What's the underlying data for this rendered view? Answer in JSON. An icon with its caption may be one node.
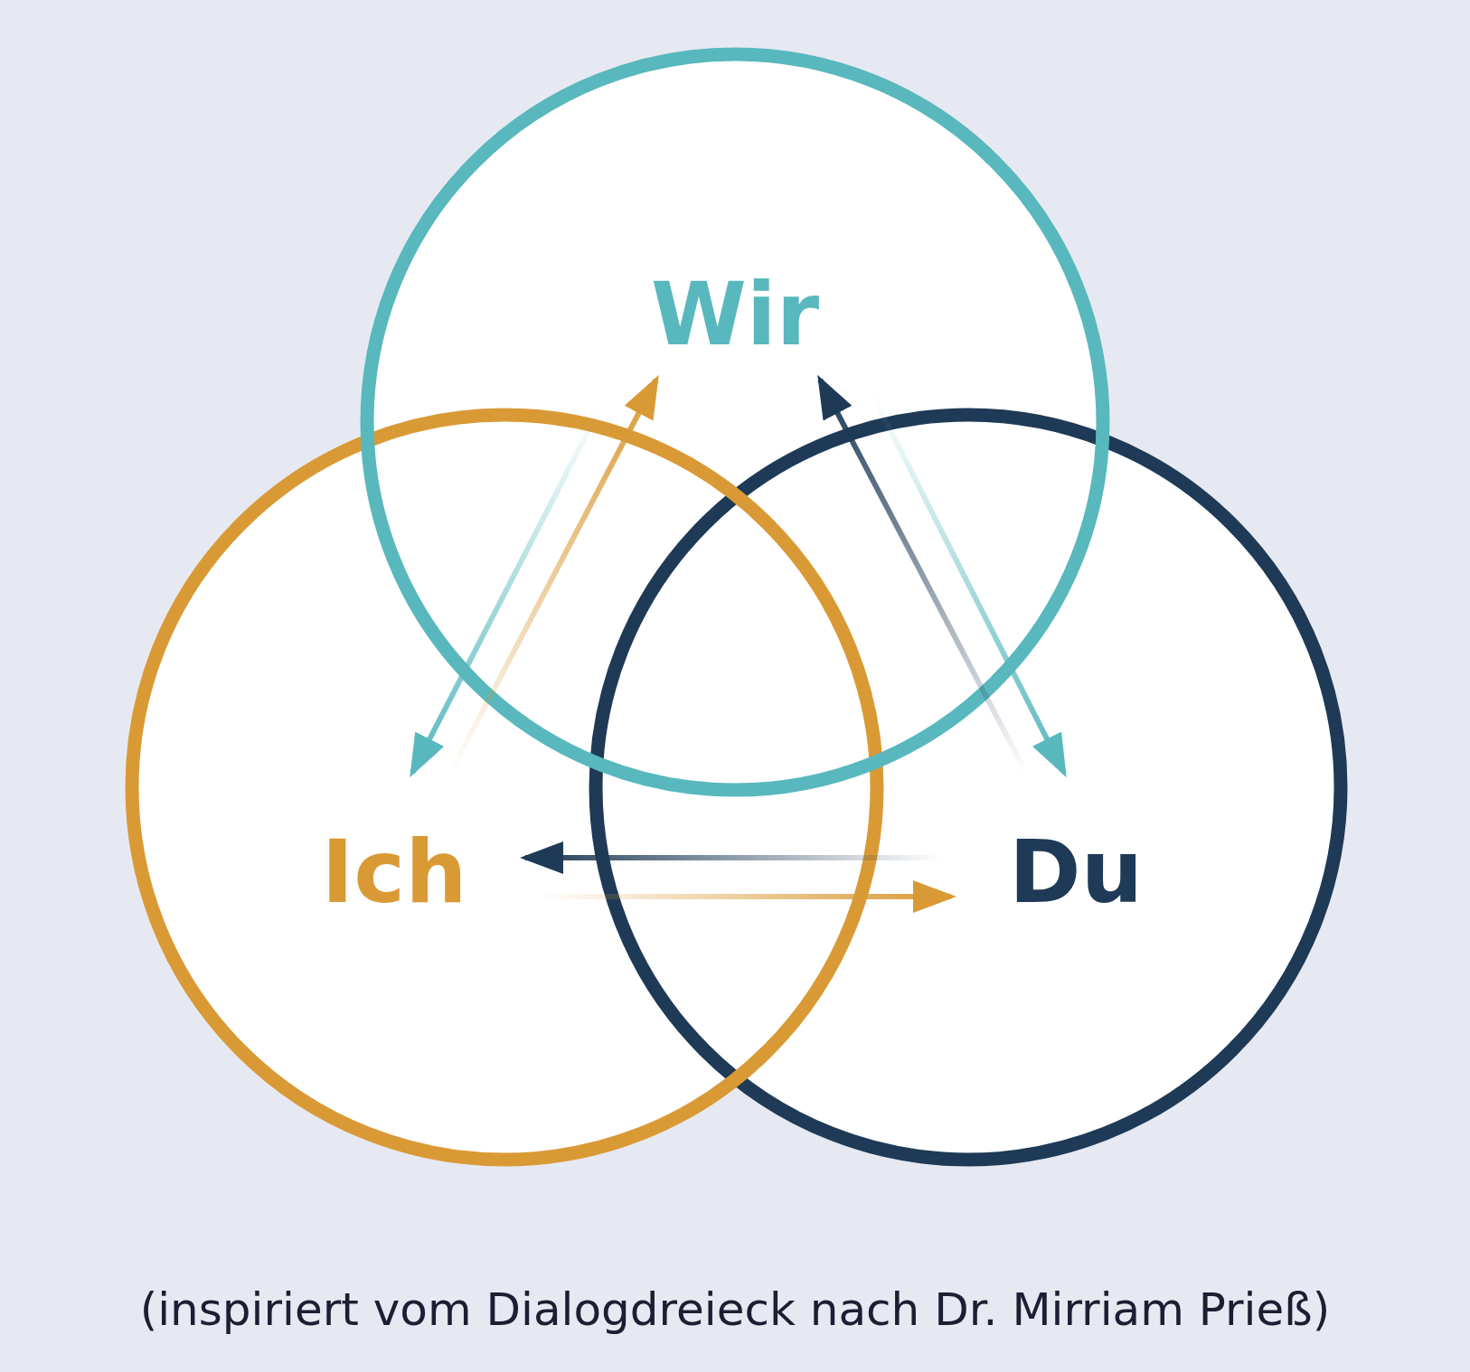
{
  "diagram": {
    "caption": "(inspiriert vom Dialogdreieck nach Dr. Mirriam Prieß)",
    "nodes": [
      {
        "text": [
          "Ich"
        ]
      },
      {
        "text": [
          "Wir"
        ]
      },
      {
        "text": [
          "Du"
        ]
      }
    ],
    "edges": [
      {
        "from": 0,
        "to": 1,
        "arrow": "to",
        "color": "#d99a36"
      },
      {
        "from": 1,
        "to": 0,
        "arrow": "to",
        "color": "#58b8bd"
      },
      {
        "from": 2,
        "to": 1,
        "arrow": "to",
        "color": "#1e3a56"
      },
      {
        "from": 1,
        "to": 2,
        "arrow": "to",
        "color": "#58b8bd"
      },
      {
        "from": 2,
        "to": 0,
        "arrow": "to",
        "color": "#1e3a56"
      },
      {
        "from": 0,
        "to": 2,
        "arrow": "to",
        "color": "#d99a36"
      }
    ]
  }
}
